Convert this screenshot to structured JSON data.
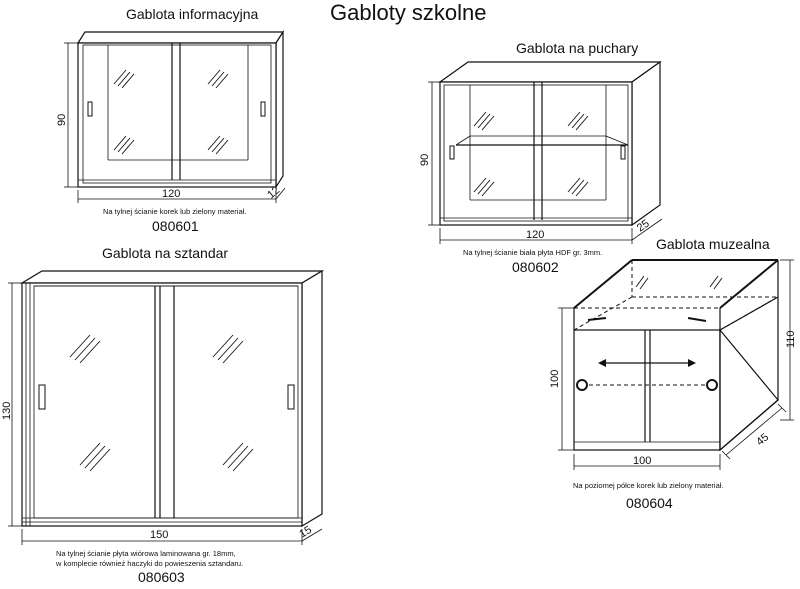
{
  "page": {
    "title": "Gabloty szkolne"
  },
  "products": [
    {
      "name": "Gablota informacyjna",
      "code": "080601",
      "note_lines": [
        "Na tylnej ścianie korek lub zielony materiał."
      ],
      "dims": {
        "height": "90",
        "width": "120",
        "depth": "12"
      }
    },
    {
      "name": "Gablota na puchary",
      "code": "080602",
      "note_lines": [
        "Na tylnej ścianie biała płyta HDF gr. 3mm."
      ],
      "dims": {
        "height": "90",
        "width": "120",
        "depth": "25"
      }
    },
    {
      "name": "Gablota na sztandar",
      "code": "080603",
      "note_lines": [
        "Na tylnej ścianie płyta wiórowa laminowana gr. 18mm,",
        "w komplecie również haczyki do powieszenia sztandaru."
      ],
      "dims": {
        "height": "130",
        "width": "150",
        "depth": "15"
      }
    },
    {
      "name": "Gablota muzealna",
      "code": "080604",
      "note_lines": [
        "Na poziomej półce korek lub zielony materiał."
      ],
      "dims": {
        "height": "100",
        "width": "100",
        "depth": "45",
        "total_height": "110"
      }
    }
  ]
}
